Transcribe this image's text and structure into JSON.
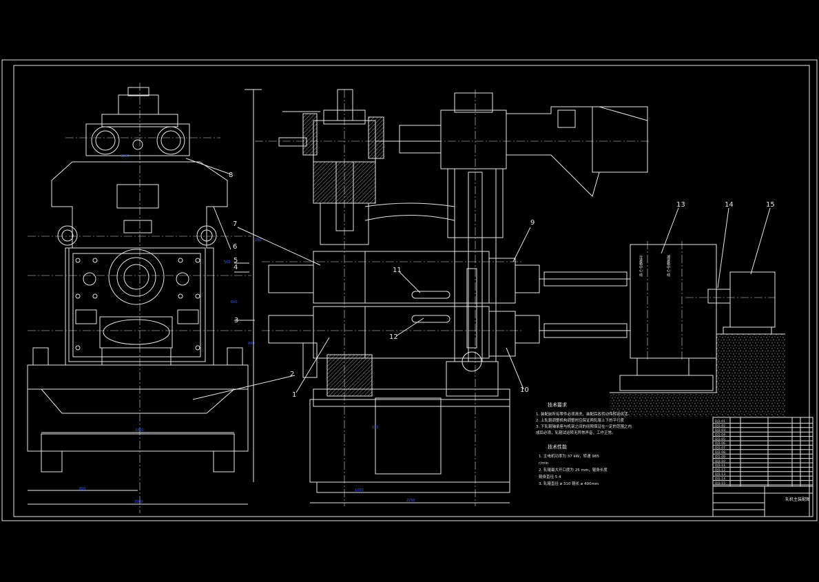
{
  "colors": {
    "background": "#000000",
    "lines": "#e8e8e8",
    "dimensions": "#3a5bff"
  },
  "balloons": [
    "1",
    "2",
    "3",
    "4",
    "5",
    "6",
    "7",
    "8",
    "9",
    "10",
    "11",
    "12",
    "13",
    "14",
    "15"
  ],
  "tech_requirements": {
    "title": "技术要求",
    "items": [
      "1. 装配前所有零件必须清洗，装配后各转动件转动灵活",
      "2. 上轧辊调整机构调整时应保证两轧辊上下的平行度",
      "3. 下轧辊轴承座与机架之间的间隙保证在一定的范围之内",
      "成后必须，轧辊试运转无异常声音，工作正常。"
    ]
  },
  "tech_performance": {
    "title": "技术性能",
    "items": [
      "1. 主电机功率为 37 kW，转速 985",
      "r/min",
      "2. 轧辊最大开口度为 25 mm，辊身长度",
      "辊身直径 5 4",
      "3. 轧辊直径 ø 310  辊长 ø 400mm"
    ]
  },
  "motor_labels": {
    "left": "分速箱中心 线",
    "right": "减速箱中心 线"
  },
  "title_block": {
    "drawing_title": "轧机主装配图",
    "rows": [
      "DJ1-01",
      "DJ1-02",
      "DJ1-03",
      "DJ1-04",
      "DJ1-05",
      "DJ1-06",
      "DJ1-07",
      "DJ1-08",
      "DJ1-09",
      "DJ1-10",
      "DJ1-11",
      "DJ1-12",
      "DJ1-13",
      "DJ1-14",
      "DJ1-15"
    ]
  }
}
